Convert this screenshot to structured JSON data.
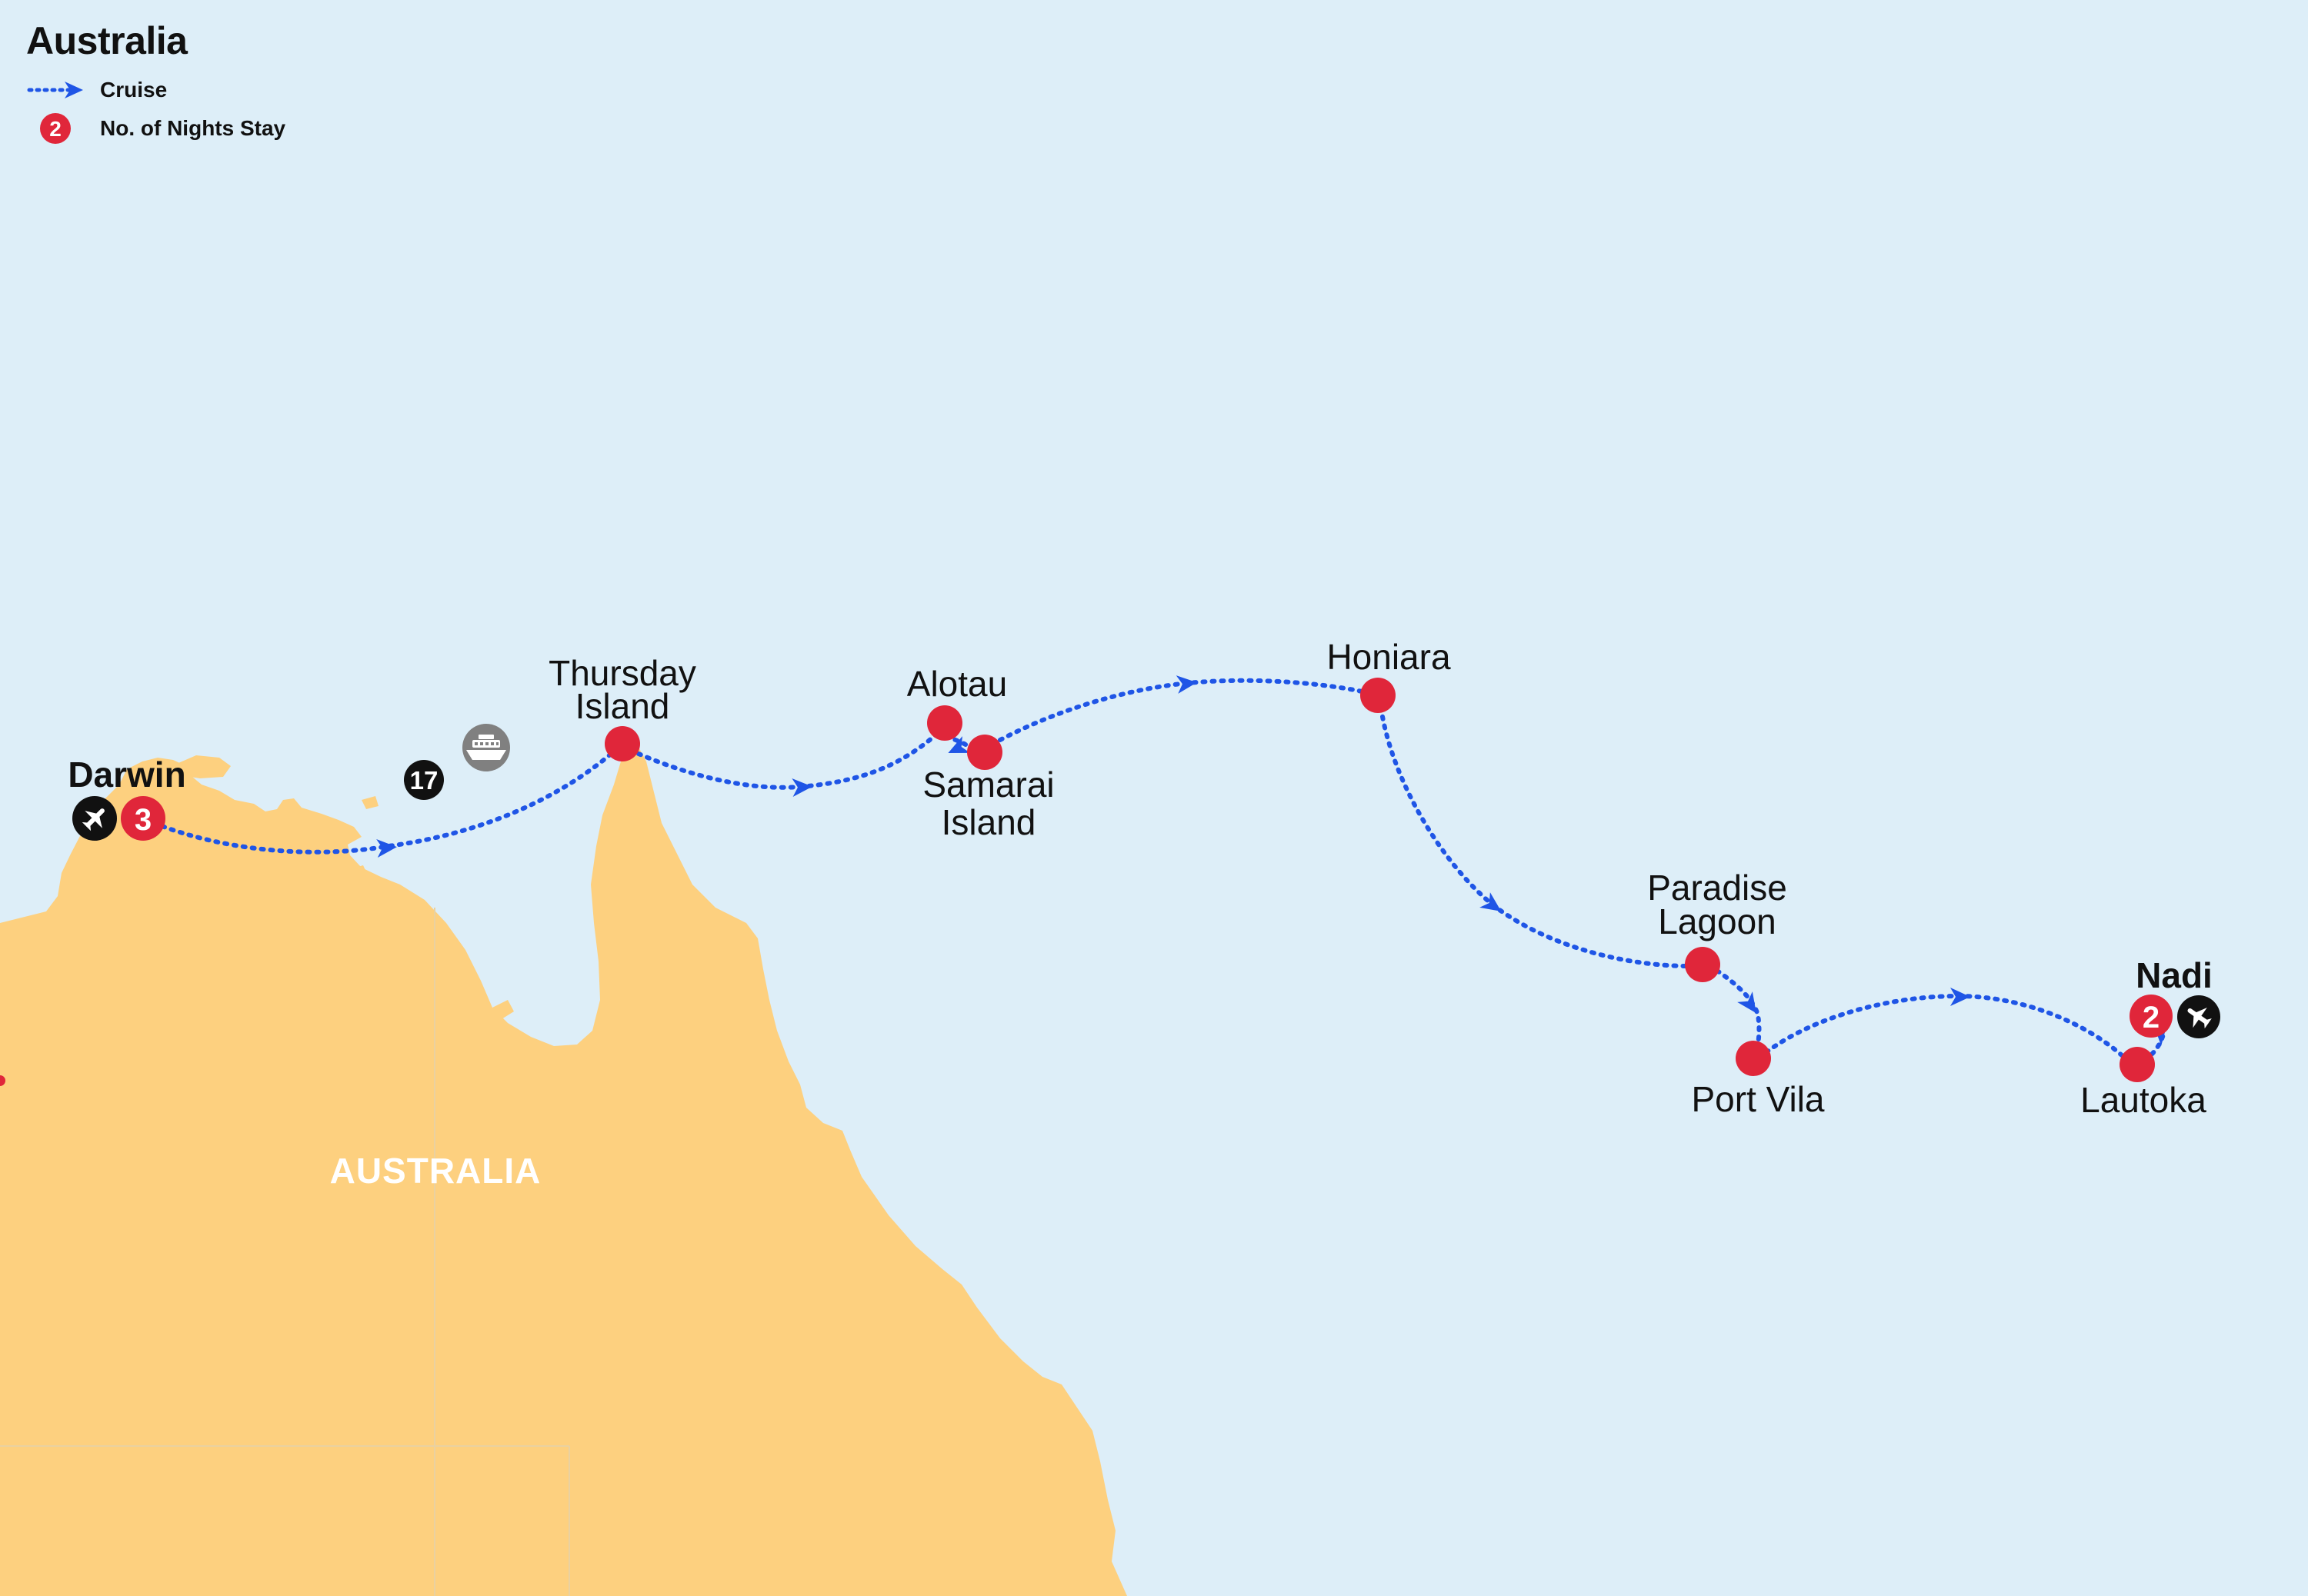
{
  "legend": {
    "title": "Australia",
    "items": [
      {
        "symbol": "cruise-route-icon",
        "label": "Cruise"
      },
      {
        "symbol": "nights-badge-icon",
        "badge": "2",
        "label": "No. of Nights Stay"
      }
    ]
  },
  "region_label": "AUSTRALIA",
  "cruise_badge": {
    "count": "17",
    "icon": "ship-icon"
  },
  "places": [
    {
      "id": "darwin",
      "lines": [
        "Darwin"
      ],
      "bold": true,
      "nights": "3",
      "icon": "plane-arrival-icon"
    },
    {
      "id": "thursday-island",
      "lines": [
        "Thursday",
        "Island"
      ]
    },
    {
      "id": "alotau",
      "lines": [
        "Alotau"
      ]
    },
    {
      "id": "samarai-island",
      "lines": [
        "Samarai",
        "Island"
      ]
    },
    {
      "id": "honiara",
      "lines": [
        "Honiara"
      ]
    },
    {
      "id": "paradise-lagoon",
      "lines": [
        "Paradise",
        "Lagoon"
      ]
    },
    {
      "id": "port-vila",
      "lines": [
        "Port Vila"
      ]
    },
    {
      "id": "lautoka",
      "lines": [
        "Lautoka"
      ]
    },
    {
      "id": "nadi",
      "lines": [
        "Nadi"
      ],
      "bold": true,
      "nights": "2",
      "icon": "plane-departure-icon"
    }
  ],
  "colors": {
    "sea": "#ddeef8",
    "land": "#fdd07f",
    "route": "#1f55e6",
    "stop": "#e0263a",
    "icon_badge": "#111111"
  }
}
